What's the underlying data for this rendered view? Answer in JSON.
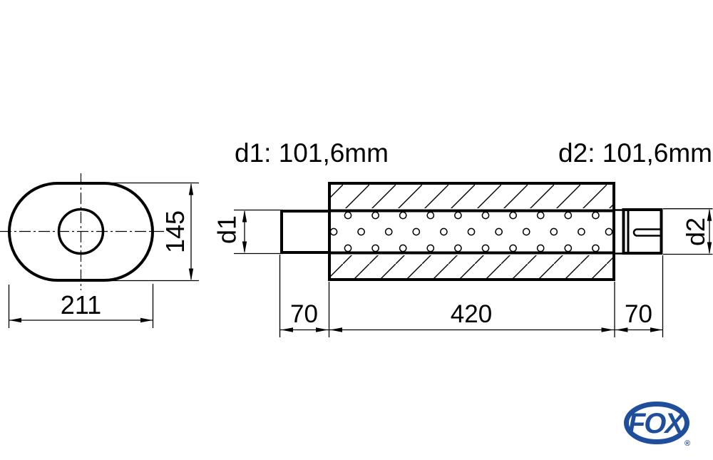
{
  "end_view": {
    "width": "211",
    "height": "145"
  },
  "side_view": {
    "d1_header": "d1: 101,6mm",
    "d2_header": "d2: 101,6mm",
    "d1_label": "d1",
    "d2_label": "d2",
    "inlet_length": "70",
    "body_length": "420",
    "outlet_length": "70"
  },
  "logo": {
    "brand": "FOX",
    "registered": "®"
  },
  "colors": {
    "line": "#000000",
    "logo_blue": "#1E4E9C",
    "background": "#FFFFFF"
  }
}
